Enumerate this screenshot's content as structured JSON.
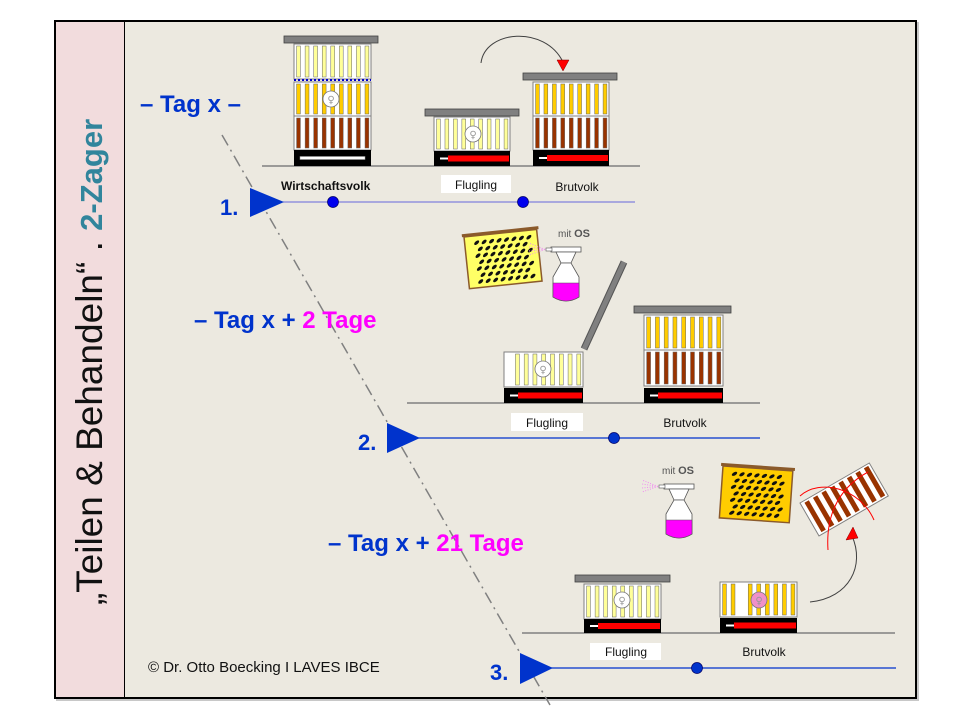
{
  "side_title": {
    "main": "„Teilen & Behandeln“",
    "separator": " . ",
    "sub": "2-Zager"
  },
  "steps": [
    {
      "number": "1.",
      "heading_prefix": "– Tag x –",
      "heading_suffix": "",
      "labels": {
        "a": "Wirtschaftsvolk",
        "b": "Flugling",
        "c": "Brutvolk"
      }
    },
    {
      "number": "2.",
      "heading_prefix": "– Tag x +",
      "heading_suffix": "2 Tage",
      "treatment_label_prefix": "mit",
      "treatment_label_bold": "OS",
      "labels": {
        "a": "Flugling",
        "b": "Brutvolk"
      }
    },
    {
      "number": "3.",
      "heading_prefix": "– Tag x +",
      "heading_suffix": "21 Tage",
      "treatment_label_prefix": "mit",
      "treatment_label_bold": "OS",
      "labels": {
        "a": "Flugling",
        "b": "Brutvolk"
      }
    }
  ],
  "copyright": "© Dr. Otto Boecking I LAVES IBCE",
  "colors": {
    "blue": "#0033CC",
    "magenta": "#FF00FF",
    "teal": "#31859C",
    "honey": "#FFCC00",
    "pale_honey": "#FFFF99",
    "brood": "#993300",
    "red": "#FF0000",
    "side_bg": "#F2DCDD",
    "slide_bg": "#ECE9E0"
  }
}
